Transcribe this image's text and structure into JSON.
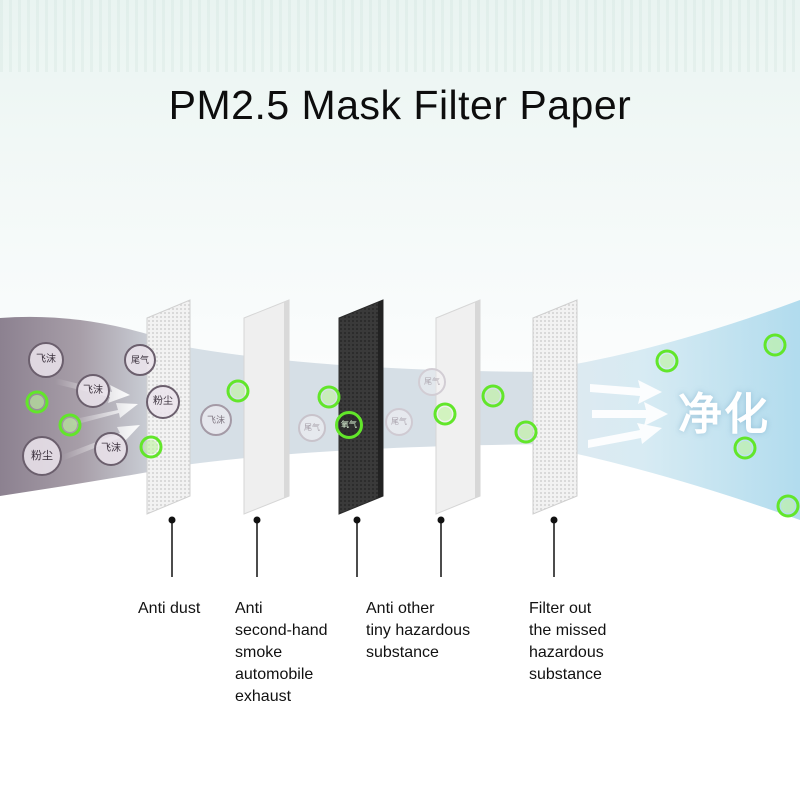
{
  "title": "PM2.5 Mask Filter Paper",
  "purify_text": "净化",
  "particles": [
    {
      "text": "飞沫",
      "kind": "droplet"
    },
    {
      "text": "尾气",
      "kind": "exhaust"
    },
    {
      "text": "飞沫",
      "kind": "droplet"
    },
    {
      "text": "粉尘",
      "kind": "dust"
    },
    {
      "text": "粉尘",
      "kind": "dust"
    },
    {
      "text": "飞沫",
      "kind": "droplet"
    },
    {
      "text": "飞沫",
      "kind": "droplet"
    },
    {
      "text": "尾气",
      "kind": "exhaust"
    },
    {
      "text": "尾气",
      "kind": "exhaust"
    },
    {
      "text": "尾气",
      "kind": "exhaust"
    },
    {
      "text": "氧气",
      "kind": "oxygen"
    }
  ],
  "filter_labels": [
    {
      "text": "Anti dust"
    },
    {
      "text": "Anti\nsecond-hand\nsmoke\nautomobile\nexhaust"
    },
    {
      "text": "Anti other\ntiny hazardous\nsubstance"
    },
    {
      "text": "Filter out\nthe missed\nhazardous\nsubstance"
    }
  ],
  "colors": {
    "smoke": "#8f8491",
    "filter_dark": "#3d3d3d",
    "filter_light": "#eeeeee",
    "oxygen": "#62e62a",
    "clean_air": "#bfe0ee"
  }
}
